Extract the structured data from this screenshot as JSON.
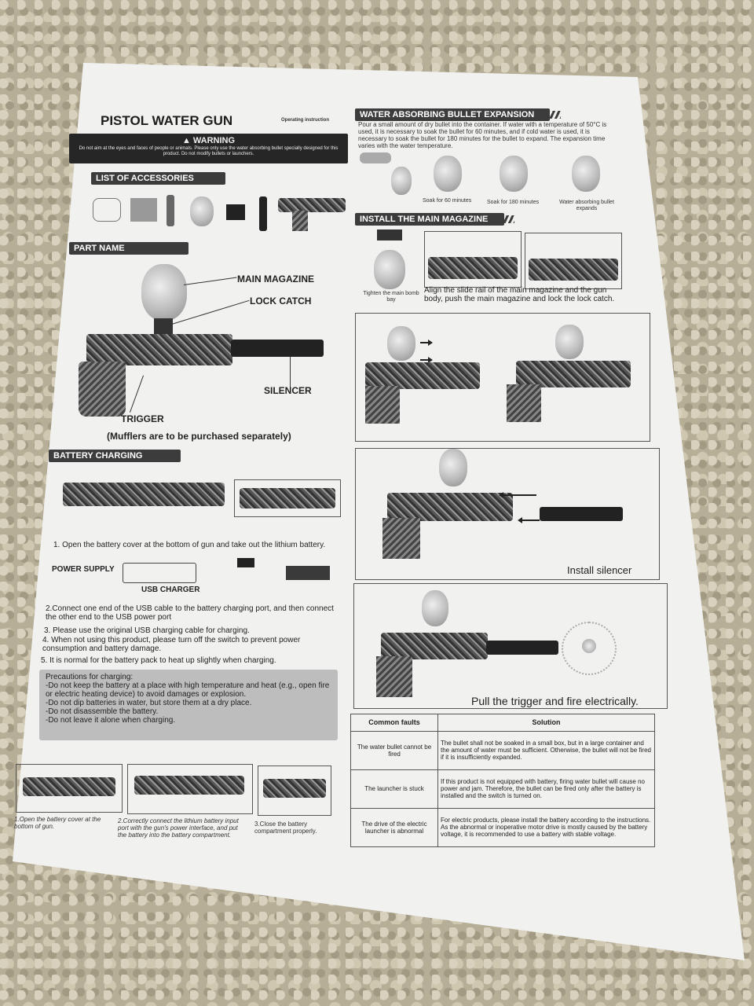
{
  "header": {
    "title": "PISTOL WATER GUN",
    "subtitle": "Operating instruction",
    "warning_title": "WARNING",
    "warning_text": "Do not aim at the eyes and faces of people or animals. Please only use the water absorbing bullet specially designed for this product. Do not modify bullets or launchers."
  },
  "accessories": {
    "heading": "LIST OF ACCESSORIES"
  },
  "part_name": {
    "heading": "PART NAME",
    "main_magazine": "MAIN MAGAZINE",
    "lock_catch": "LOCK CATCH",
    "silencer": "SILENCER",
    "trigger": "TRIGGER",
    "muffler_note": "(Mufflers are to be purchased separately)"
  },
  "battery": {
    "heading": "BATTERY CHARGING",
    "step1": "1. Open the battery cover at the bottom of gun and take out the lithium battery.",
    "power_supply": "POWER SUPPLY",
    "usb_charger": "USB CHARGER",
    "step2": "2.Connect one end of the USB cable to the battery charging port, and then connect the other end to the USB power port",
    "step3": "3. Please use the original USB charging cable for charging.",
    "step4": "4. When not using this product, please turn off the switch to prevent power consumption and battery damage.",
    "step5": "5. It is normal for the battery pack to heat up slightly when charging.",
    "precautions_title": "Precautions for charging:",
    "prec1": "-Do not keep the battery at a place with high temperature and heat (e.g., open fire or electric heating device) to avoid damages or explosion.",
    "prec2": "-Do not dip batteries in water, but store them at a dry place.",
    "prec3": "-Do not disassemble the battery.",
    "prec4": "-Do not leave it alone when charging.",
    "cap1": "1.Open the battery cover at the bottom of gun.",
    "cap2": "2.Correctly connect the lithium battery input port with the gun's power interface, and put the battery into the battery compartment.",
    "cap3": "3.Close the battery compartment properly."
  },
  "expansion": {
    "heading": "WATER ABSORBING BULLET EXPANSION",
    "text": "Pour a small amount of dry bullet into the container. If water with a temperature of 50°C is used, it is necessary to soak the bullet for 60 minutes, and if cold water is used, it is necessary to soak the bullet for 180 minutes for the bullet to expand. The expansion time varies with the water temperature.",
    "soak60": "Soak for 60 minutes",
    "soak180": "Soak for 180 minutes",
    "expands": "Water absorbing bullet expands"
  },
  "install": {
    "heading": "INSTALL THE MAIN MAGAZINE",
    "tighten": "Tighten the main bomb bay",
    "align": "Align the slide rail of the main magazine and the gun body, push the main magazine and lock the lock catch.",
    "install_silencer": "Install silencer",
    "pull_trigger": "Pull the trigger and fire electrically."
  },
  "faults": {
    "col1": "Common faults",
    "col2": "Solution",
    "rows": [
      {
        "fault": "The water bullet cannot be fired",
        "solution": "The bullet shall not be soaked in a small box, but in a large container and the amount of water must be sufficient. Otherwise, the bullet will not be fired if it is insufficiently expanded."
      },
      {
        "fault": "The launcher is stuck",
        "solution": "If this product is not equipped with battery, firing water bullet will cause no power and jam. Therefore, the bullet can be fired only after the battery is installed and the switch is turned on."
      },
      {
        "fault": "The drive of the electric launcher is abnormal",
        "solution": "For electric products, please install the battery according to the instructions. As the abnormal or inoperative motor drive is mostly caused by the battery voltage, it is recommended to use a battery with stable voltage."
      }
    ]
  }
}
